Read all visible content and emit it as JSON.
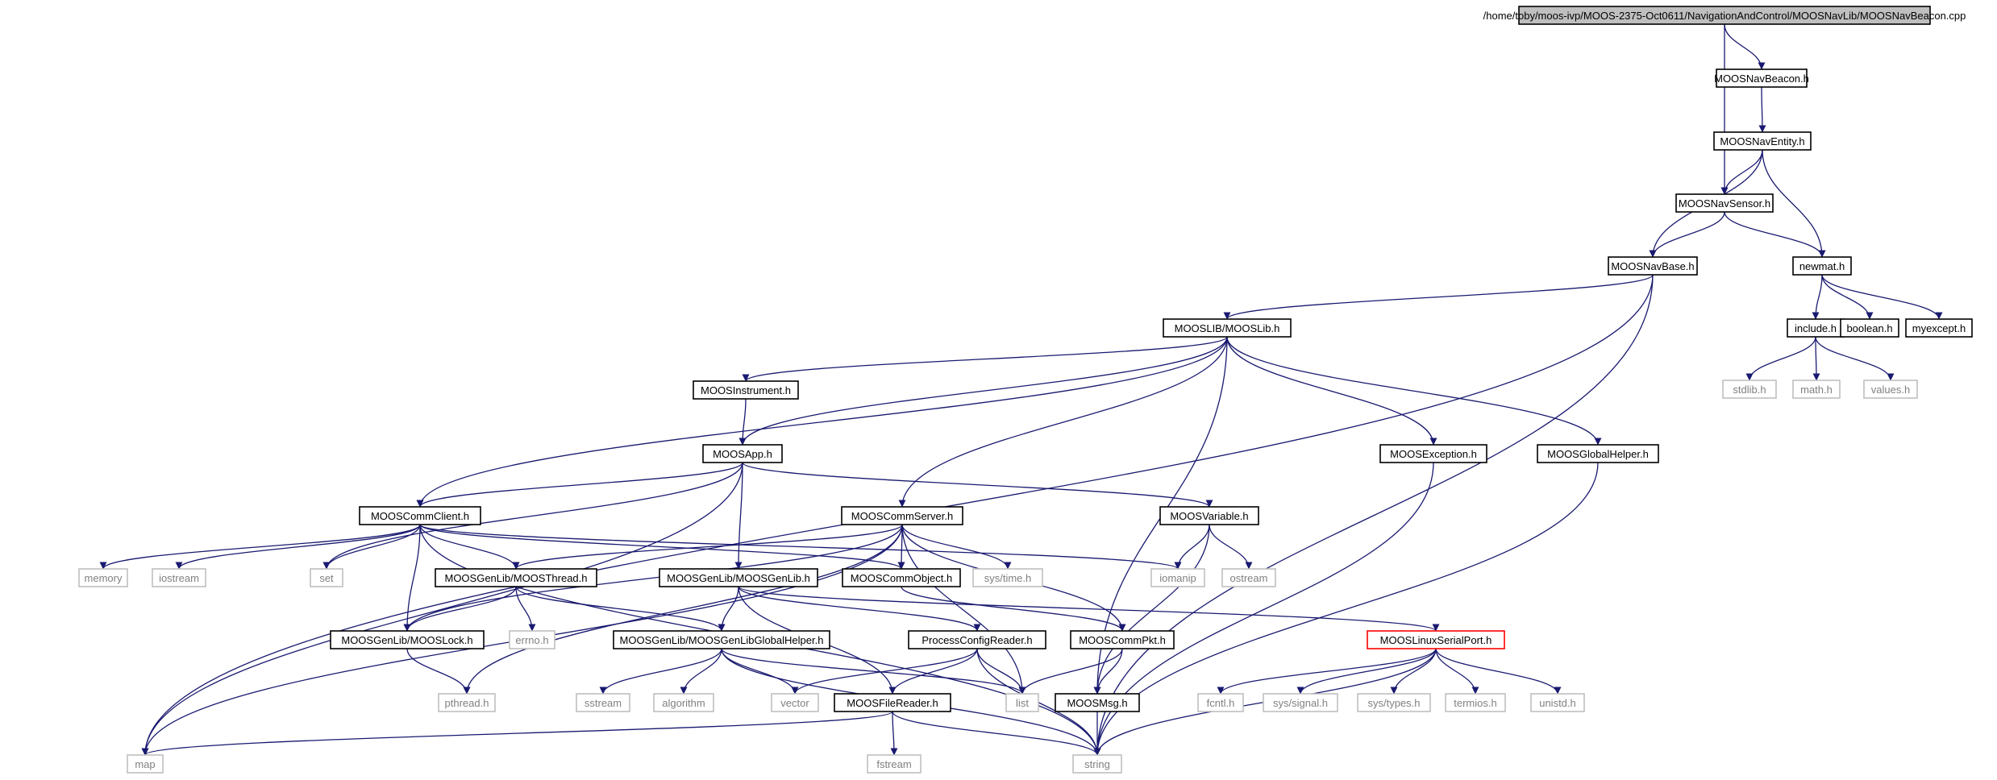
{
  "graph": {
    "colors": {
      "edge": "#191970",
      "root_fill": "#bfbfbf",
      "root_border": "#000000",
      "documented_border": "#000000",
      "external_border": "#bfbfbf",
      "truncated_border": "#ff0000",
      "external_text": "#808080"
    },
    "nodes": [
      {
        "id": "root",
        "label": "/home/toby/moos-ivp/MOOS-2375-Oct0611/NavigationAndControl/MOOSNavLib/MOOSNavBeacon.cpp",
        "kind": "root"
      },
      {
        "id": "navbeacon",
        "label": "MOOSNavBeacon.h",
        "kind": "documented"
      },
      {
        "id": "naventity",
        "label": "MOOSNavEntity.h",
        "kind": "documented"
      },
      {
        "id": "navsensor",
        "label": "MOOSNavSensor.h",
        "kind": "documented"
      },
      {
        "id": "navbase",
        "label": "MOOSNavBase.h",
        "kind": "documented"
      },
      {
        "id": "newmat",
        "label": "newmat.h",
        "kind": "documented"
      },
      {
        "id": "include",
        "label": "include.h",
        "kind": "documented"
      },
      {
        "id": "boolean",
        "label": "boolean.h",
        "kind": "documented"
      },
      {
        "id": "myexcept",
        "label": "myexcept.h",
        "kind": "documented"
      },
      {
        "id": "stdlib",
        "label": "stdlib.h",
        "kind": "external"
      },
      {
        "id": "math",
        "label": "math.h",
        "kind": "external"
      },
      {
        "id": "values",
        "label": "values.h",
        "kind": "external"
      },
      {
        "id": "mooslib",
        "label": "MOOSLIB/MOOSLib.h",
        "kind": "documented"
      },
      {
        "id": "instrument",
        "label": "MOOSInstrument.h",
        "kind": "documented"
      },
      {
        "id": "app",
        "label": "MOOSApp.h",
        "kind": "documented"
      },
      {
        "id": "exception",
        "label": "MOOSException.h",
        "kind": "documented"
      },
      {
        "id": "globalhelper",
        "label": "MOOSGlobalHelper.h",
        "kind": "documented"
      },
      {
        "id": "commclient",
        "label": "MOOSCommClient.h",
        "kind": "documented"
      },
      {
        "id": "commserver",
        "label": "MOOSCommServer.h",
        "kind": "documented"
      },
      {
        "id": "variable",
        "label": "MOOSVariable.h",
        "kind": "documented"
      },
      {
        "id": "memory",
        "label": "memory",
        "kind": "external"
      },
      {
        "id": "iostream",
        "label": "iostream",
        "kind": "external"
      },
      {
        "id": "set",
        "label": "set",
        "kind": "external"
      },
      {
        "id": "thread",
        "label": "MOOSGenLib/MOOSThread.h",
        "kind": "documented"
      },
      {
        "id": "genlib",
        "label": "MOOSGenLib/MOOSGenLib.h",
        "kind": "documented"
      },
      {
        "id": "commobject",
        "label": "MOOSCommObject.h",
        "kind": "documented"
      },
      {
        "id": "systime",
        "label": "sys/time.h",
        "kind": "external"
      },
      {
        "id": "iomanip",
        "label": "iomanip",
        "kind": "external"
      },
      {
        "id": "ostream",
        "label": "ostream",
        "kind": "external"
      },
      {
        "id": "errno",
        "label": "errno.h",
        "kind": "external"
      },
      {
        "id": "lock",
        "label": "MOOSGenLib/MOOSLock.h",
        "kind": "documented"
      },
      {
        "id": "genhelper",
        "label": "MOOSGenLib/MOOSGenLibGlobalHelper.h",
        "kind": "documented"
      },
      {
        "id": "configreader",
        "label": "ProcessConfigReader.h",
        "kind": "documented"
      },
      {
        "id": "commpkt",
        "label": "MOOSCommPkt.h",
        "kind": "documented"
      },
      {
        "id": "serialport",
        "label": "MOOSLinuxSerialPort.h",
        "kind": "truncated"
      },
      {
        "id": "pthread",
        "label": "pthread.h",
        "kind": "external"
      },
      {
        "id": "sstream",
        "label": "sstream",
        "kind": "external"
      },
      {
        "id": "algorithm",
        "label": "algorithm",
        "kind": "external"
      },
      {
        "id": "vector",
        "label": "vector",
        "kind": "external"
      },
      {
        "id": "list",
        "label": "list",
        "kind": "external"
      },
      {
        "id": "moosmsg",
        "label": "MOOSMsg.h",
        "kind": "documented"
      },
      {
        "id": "filereader",
        "label": "MOOSFileReader.h",
        "kind": "documented"
      },
      {
        "id": "fcntl",
        "label": "fcntl.h",
        "kind": "external"
      },
      {
        "id": "syssignal",
        "label": "sys/signal.h",
        "kind": "external"
      },
      {
        "id": "systypes",
        "label": "sys/types.h",
        "kind": "external"
      },
      {
        "id": "termios",
        "label": "termios.h",
        "kind": "external"
      },
      {
        "id": "unistd",
        "label": "unistd.h",
        "kind": "external"
      },
      {
        "id": "map",
        "label": "map",
        "kind": "external"
      },
      {
        "id": "string",
        "label": "string",
        "kind": "external"
      },
      {
        "id": "fstream",
        "label": "fstream",
        "kind": "external"
      }
    ],
    "edges": [
      [
        "root",
        "navbeacon"
      ],
      [
        "root",
        "navsensor"
      ],
      [
        "navbeacon",
        "naventity"
      ],
      [
        "naventity",
        "navsensor"
      ],
      [
        "naventity",
        "navbase"
      ],
      [
        "naventity",
        "newmat"
      ],
      [
        "navsensor",
        "navbase"
      ],
      [
        "navsensor",
        "newmat"
      ],
      [
        "navbase",
        "mooslib"
      ],
      [
        "navbase",
        "map"
      ],
      [
        "navbase",
        "string"
      ],
      [
        "newmat",
        "include"
      ],
      [
        "newmat",
        "boolean"
      ],
      [
        "newmat",
        "myexcept"
      ],
      [
        "include",
        "stdlib"
      ],
      [
        "include",
        "math"
      ],
      [
        "include",
        "values"
      ],
      [
        "mooslib",
        "instrument"
      ],
      [
        "mooslib",
        "app"
      ],
      [
        "mooslib",
        "commclient"
      ],
      [
        "mooslib",
        "commserver"
      ],
      [
        "mooslib",
        "exception"
      ],
      [
        "mooslib",
        "globalhelper"
      ],
      [
        "mooslib",
        "moosmsg"
      ],
      [
        "instrument",
        "app"
      ],
      [
        "app",
        "commclient"
      ],
      [
        "app",
        "variable"
      ],
      [
        "app",
        "genlib"
      ],
      [
        "app",
        "set"
      ],
      [
        "app",
        "map"
      ],
      [
        "exception",
        "string"
      ],
      [
        "globalhelper",
        "string"
      ],
      [
        "commclient",
        "memory"
      ],
      [
        "commclient",
        "iostream"
      ],
      [
        "commclient",
        "set"
      ],
      [
        "commclient",
        "thread"
      ],
      [
        "commclient",
        "lock"
      ],
      [
        "commclient",
        "commobject"
      ],
      [
        "commclient",
        "iomanip"
      ],
      [
        "commclient",
        "string"
      ],
      [
        "commserver",
        "commobject"
      ],
      [
        "commserver",
        "thread"
      ],
      [
        "commserver",
        "lock"
      ],
      [
        "commserver",
        "systime"
      ],
      [
        "commserver",
        "list"
      ],
      [
        "commserver",
        "commpkt"
      ],
      [
        "commserver",
        "map"
      ],
      [
        "commserver",
        "pthread"
      ],
      [
        "variable",
        "iomanip"
      ],
      [
        "variable",
        "ostream"
      ],
      [
        "variable",
        "moosmsg"
      ],
      [
        "thread",
        "lock"
      ],
      [
        "thread",
        "errno"
      ],
      [
        "thread",
        "genhelper"
      ],
      [
        "genlib",
        "genhelper"
      ],
      [
        "genlib",
        "configreader"
      ],
      [
        "genlib",
        "filereader"
      ],
      [
        "genlib",
        "serialport"
      ],
      [
        "commobject",
        "commpkt"
      ],
      [
        "lock",
        "pthread"
      ],
      [
        "genhelper",
        "sstream"
      ],
      [
        "genhelper",
        "algorithm"
      ],
      [
        "genhelper",
        "vector"
      ],
      [
        "genhelper",
        "list"
      ],
      [
        "genhelper",
        "string"
      ],
      [
        "configreader",
        "filereader"
      ],
      [
        "configreader",
        "vector"
      ],
      [
        "configreader",
        "list"
      ],
      [
        "configreader",
        "string"
      ],
      [
        "commpkt",
        "moosmsg"
      ],
      [
        "commpkt",
        "list"
      ],
      [
        "serialport",
        "fcntl"
      ],
      [
        "serialport",
        "syssignal"
      ],
      [
        "serialport",
        "systypes"
      ],
      [
        "serialport",
        "termios"
      ],
      [
        "serialport",
        "unistd"
      ],
      [
        "serialport",
        "string"
      ],
      [
        "moosmsg",
        "string"
      ],
      [
        "filereader",
        "string"
      ],
      [
        "filereader",
        "fstream"
      ],
      [
        "filereader",
        "map"
      ]
    ]
  }
}
